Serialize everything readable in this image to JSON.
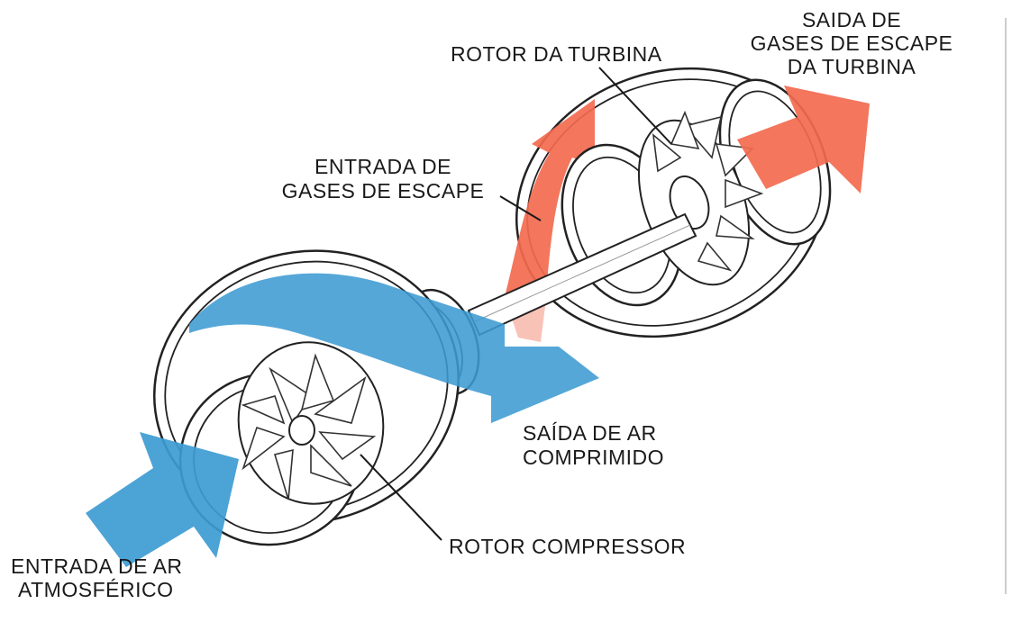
{
  "colors": {
    "hot_gas": "#f26a4f",
    "hot_gas_light": "#f7b3a5",
    "cool_air": "#3d9bd3",
    "cool_air_light": "#7fc0e6",
    "outline": "#222222"
  },
  "labels": {
    "saida_gases": [
      "SAIDA DE",
      "GASES DE ESCAPE",
      "DA TURBINA"
    ],
    "rotor_turbina": "ROTOR DA TURBINA",
    "entrada_gases": [
      "ENTRADA DE",
      "GASES DE ESCAPE"
    ],
    "saida_ar": [
      "SAÍDA DE AR",
      "COMPRIMIDO"
    ],
    "rotor_compressor": "ROTOR COMPRESSOR",
    "entrada_ar": [
      "ENTRADA DE AR",
      "ATMOSFÉRICO"
    ]
  }
}
